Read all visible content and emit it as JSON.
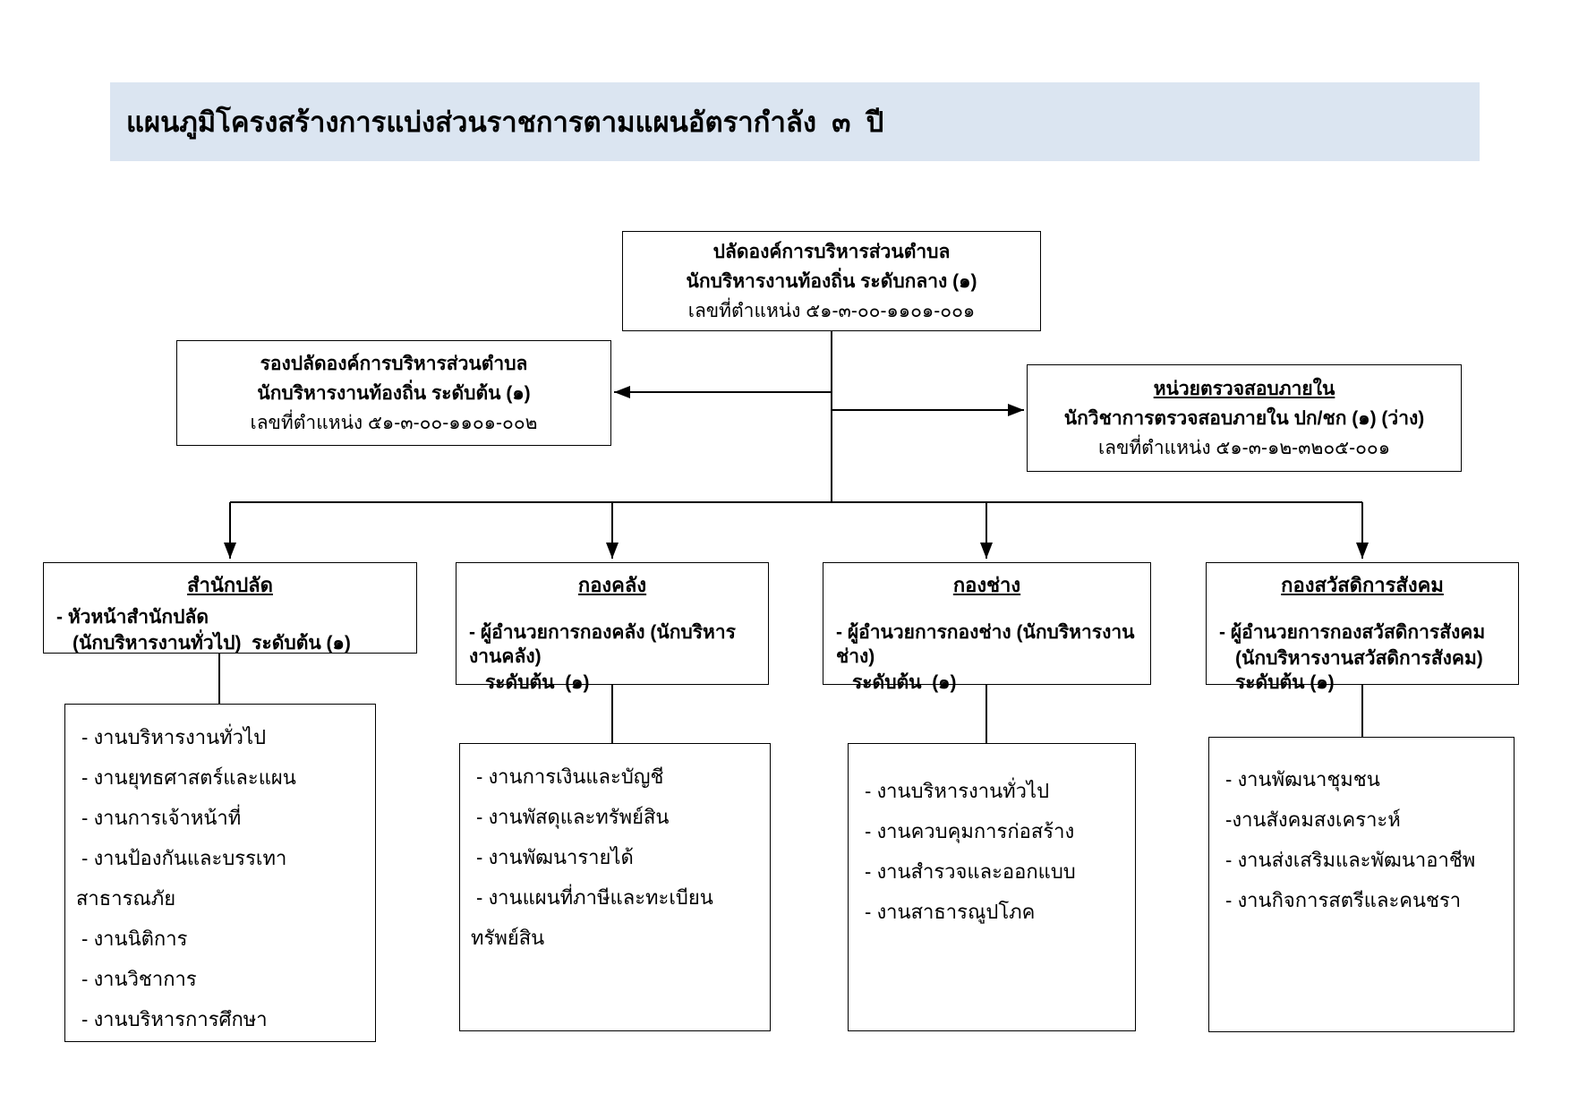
{
  "page": {
    "title": "แผนภูมิโครงสร้างการแบ่งส่วนราชการตามแผนอัตรากำลัง  ๓  ปี",
    "title_bg": "#dbe5f1",
    "line_color": "#000000"
  },
  "org": {
    "root": {
      "line1": "ปลัดองค์การบริหารส่วนตำบล",
      "line2": "นักบริหารงานท้องถิ่น ระดับกลาง (๑)",
      "line3": "เลขที่ตำแหน่ง ๕๑-๓-๐๐-๑๑๐๑-๐๐๑"
    },
    "deputy": {
      "line1": "รองปลัดองค์การบริหารส่วนตำบล",
      "line2": "นักบริหารงานท้องถิ่น ระดับต้น (๑)",
      "line3": "เลขที่ตำแหน่ง ๕๑-๓-๐๐-๑๑๐๑-๐๐๒"
    },
    "audit": {
      "title": "หน่วยตรวจสอบภายใน",
      "line2": "นักวิชาการตรวจสอบภายใน ปก/ชก (๑) (ว่าง)",
      "line3": "เลขที่ตำแหน่ง ๕๑-๓-๑๒-๓๒๐๕-๐๐๑"
    },
    "departments": [
      {
        "title": "สำนักปลัด",
        "head1": "- หัวหน้าสำนักปลัด",
        "head2": "(นักบริหารงานทั่วไป)  ระดับต้น (๑)",
        "units": [
          "- งานบริหารงานทั่วไป",
          "- งานยุทธศาสตร์และแผน",
          "- งานการเจ้าหน้าที่",
          "- งานป้องกันและบรรเทา",
          "สาธารณภัย",
          "- งานนิติการ",
          "- งานวิชาการ",
          "- งานบริหารการศึกษา"
        ]
      },
      {
        "title": "กองคลัง",
        "head1": "- ผู้อำนวยการกองคลัง (นักบริหารงานคลัง)",
        "head2": "ระดับต้น  (๑)",
        "units": [
          "- งานการเงินและบัญชี",
          "- งานพัสดุและทรัพย์สิน",
          "- งานพัฒนารายได้",
          "- งานแผนที่ภาษีและทะเบียน",
          "ทรัพย์สิน"
        ]
      },
      {
        "title": "กองช่าง",
        "head1": "- ผู้อำนวยการกองช่าง (นักบริหารงานช่าง)",
        "head2": "ระดับต้น  (๑)",
        "units": [
          "- งานบริหารงานทั่วไป",
          "- งานควบคุมการก่อสร้าง",
          "- งานสำรวจและออกแบบ",
          "- งานสาธารณูปโภค"
        ]
      },
      {
        "title": "กองสวัสดิการสังคม",
        "head1": "- ผู้อำนวยการกองสวัสดิการสังคม",
        "head2": "(นักบริหารงานสวัสดิการสังคม) ระดับต้น (๑)",
        "units": [
          "- งานพัฒนาชุมชน",
          "-งานสังคมสงเคราะห์",
          "- งานส่งเสริมและพัฒนาอาชีพ",
          "- งานกิจการสตรีและคนชรา"
        ]
      }
    ]
  }
}
